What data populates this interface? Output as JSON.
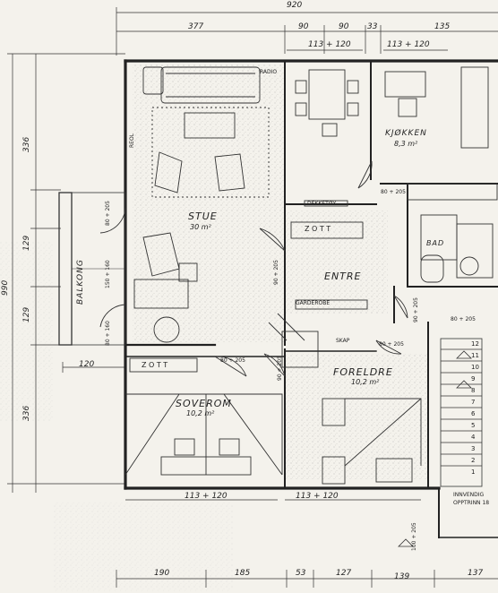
{
  "rooms": {
    "stue": {
      "name": "STUE",
      "area": "30 m²"
    },
    "sovevaerelse": {
      "name": "SOVEROM",
      "area": "10,2 m²"
    },
    "foreldre": {
      "name": "FORELDRE",
      "area": "10,2 m²"
    },
    "entre": {
      "name": "ENTRE"
    },
    "kjokken": {
      "name": "KJØKKEN",
      "area": "8,3 m²"
    },
    "bad": {
      "name": "BAD"
    },
    "balkong": {
      "name": "BALKONG"
    }
  },
  "fixtures": {
    "garderobe_top": "Z O T T",
    "garderobe_bottom": "Z O T T",
    "garderobe_label": "GARDEROBE",
    "skap": "SKAP",
    "reol": "REOL",
    "radio": "RADIO",
    "skrivebord": "DEKKETØY"
  },
  "dimensions": {
    "top_total": "920",
    "top": [
      "377",
      "90",
      "90",
      "33",
      "135"
    ],
    "window_top_1": "113 + 120",
    "window_top_2": "113 + 120",
    "left_total": "990",
    "left": [
      "336",
      "129",
      "129",
      "336"
    ],
    "balcony_w": "120",
    "bottom": [
      "190",
      "185",
      "53",
      "127",
      "139",
      "137"
    ],
    "window_bottom_1": "113 + 120",
    "window_bottom_2": "113 + 120",
    "door_1": "90 + 205",
    "door_2": "80 + 205",
    "door_3": "90 + 205",
    "door_4": "80 + 205",
    "door_5": "90 + 205",
    "door_6": "80 + 205",
    "door_7": "100 + 205",
    "door_8": "80 + 205",
    "balcony_d1": "80 + 205",
    "balcony_d2": "150 + 160",
    "balcony_d3": "80 + 160",
    "note_1": "INNVENDIG",
    "note_2": "OPPTRINN 18"
  },
  "stairs": {
    "steps": [
      "12",
      "11",
      "10",
      "9",
      "8",
      "7",
      "6",
      "5",
      "4",
      "3",
      "2",
      "1"
    ]
  }
}
